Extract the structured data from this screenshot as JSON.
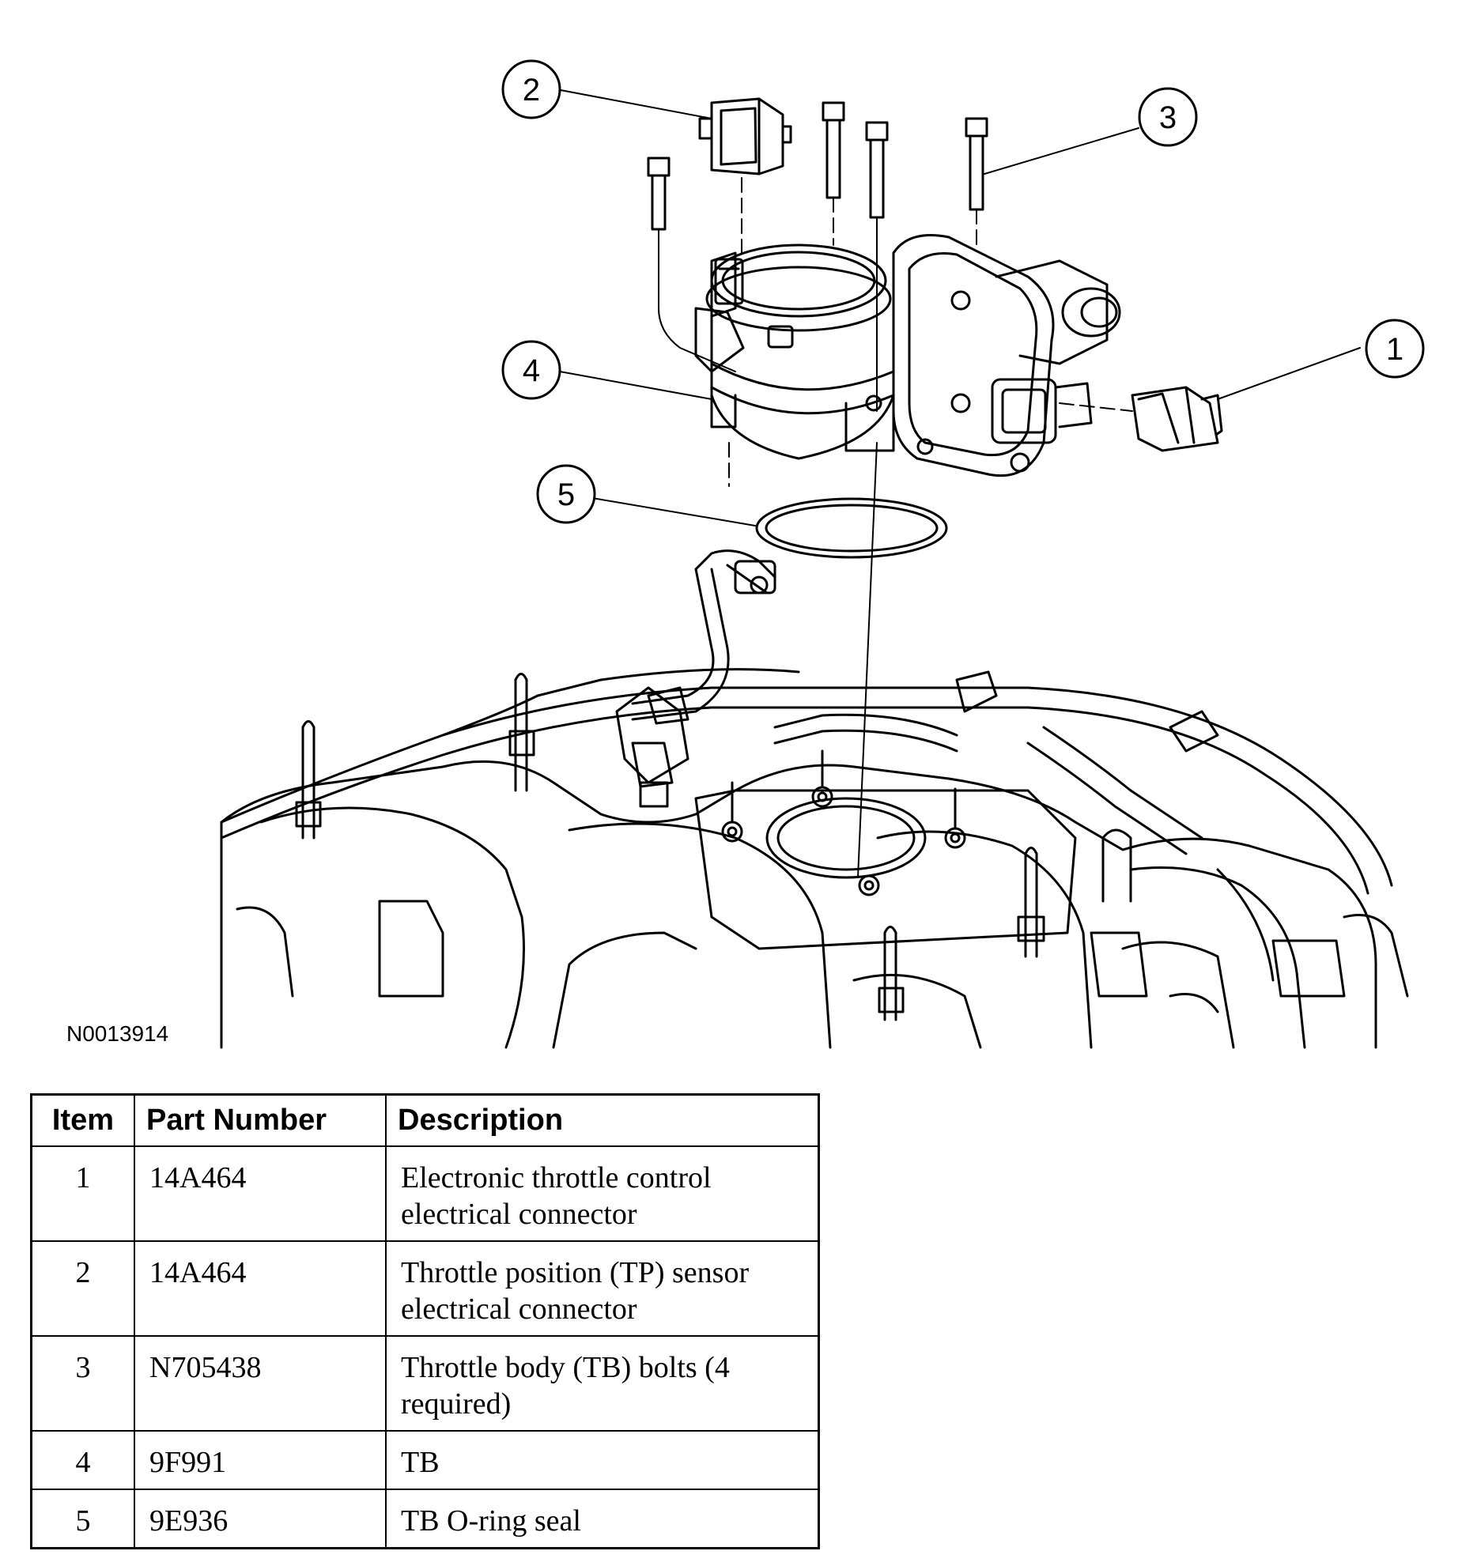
{
  "figure_id": "N0013914",
  "callouts": [
    "1",
    "2",
    "3",
    "4",
    "5"
  ],
  "table": {
    "headers": {
      "item": "Item",
      "part_number": "Part Number",
      "description": "Description"
    },
    "rows": [
      {
        "item": "1",
        "part_number": "14A464",
        "description": "Electronic throttle control electrical connector"
      },
      {
        "item": "2",
        "part_number": "14A464",
        "description": "Throttle position (TP) sensor electrical connector"
      },
      {
        "item": "3",
        "part_number": "N705438",
        "description": "Throttle body (TB) bolts (4 required)"
      },
      {
        "item": "4",
        "part_number": "9F991",
        "description": "TB"
      },
      {
        "item": "5",
        "part_number": "9E936",
        "description": "TB O-ring seal"
      }
    ]
  }
}
